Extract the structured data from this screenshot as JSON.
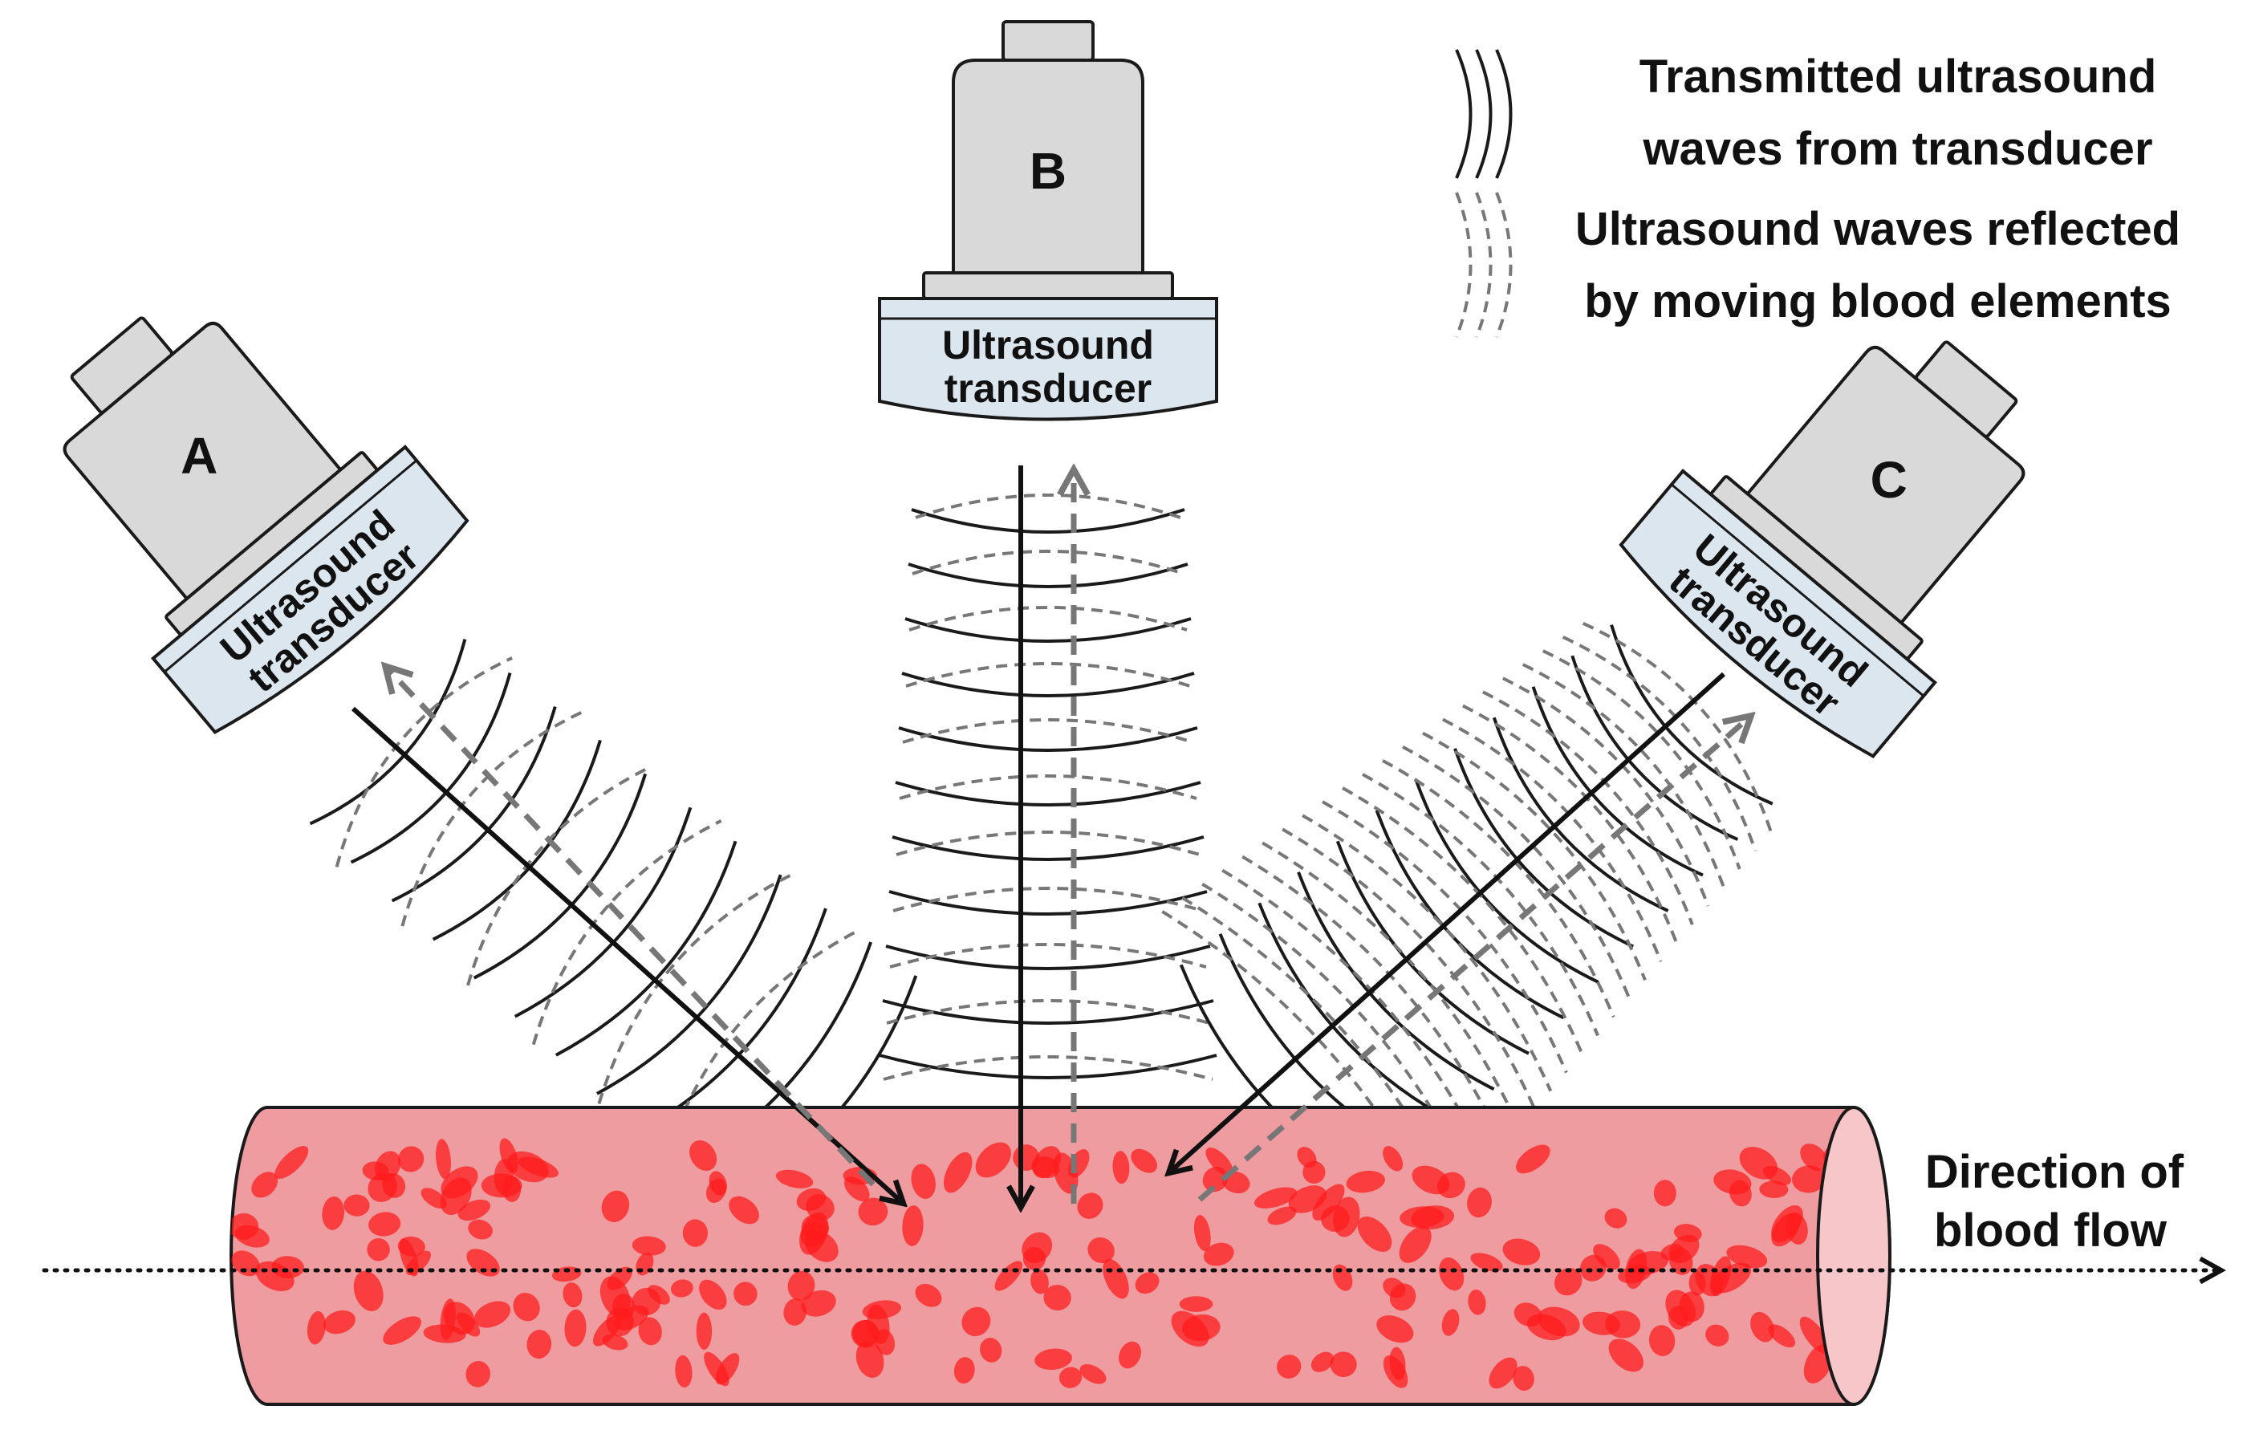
{
  "transducers": [
    {
      "letter": "A",
      "label_line1": "Ultrasound",
      "label_line2": "transducer"
    },
    {
      "letter": "B",
      "label_line1": "Ultrasound",
      "label_line2": "transducer"
    },
    {
      "letter": "C",
      "label_line1": "Ultrasound",
      "label_line2": "transducer"
    }
  ],
  "legend": {
    "transmitted_line1": "Transmitted ultrasound",
    "transmitted_line2": "waves from transducer",
    "reflected_line1": "Ultrasound waves reflected",
    "reflected_line2": "by moving blood elements"
  },
  "flow_label": {
    "line1": "Direction of",
    "line2": "blood flow"
  },
  "colors": {
    "vessel_fill": "#ee9ca0",
    "vessel_end": "#f7c6c8",
    "blood_cell": "#ff1a1a",
    "transducer_body": "#d9d9d9",
    "transducer_face": "#dce6ee",
    "transmitted_wave": "#1a1a1a",
    "reflected_wave": "#777777"
  }
}
